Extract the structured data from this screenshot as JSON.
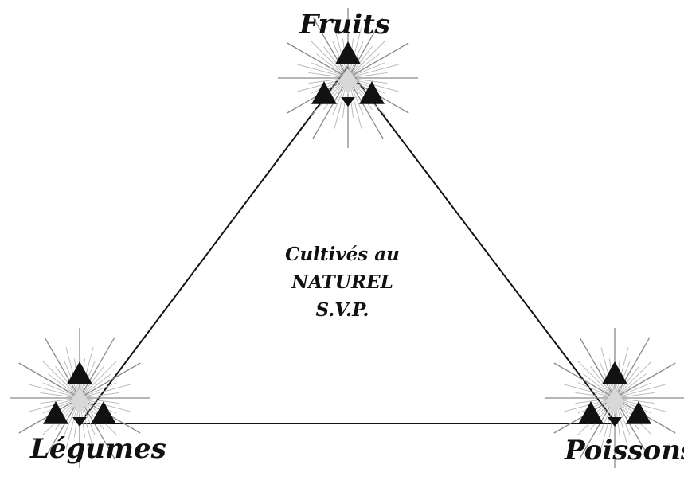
{
  "labels": {
    "top": "Fruits",
    "left": "Légumes",
    "right": "Poissons"
  },
  "center": {
    "line1": "Cultivés au",
    "line2": "NATUREL",
    "line3": "S.V.P."
  },
  "colors": {
    "line": "#111111",
    "ray": "#b5b5b5",
    "ray_dark": "#8a8a8a",
    "glyph": "#111111"
  }
}
